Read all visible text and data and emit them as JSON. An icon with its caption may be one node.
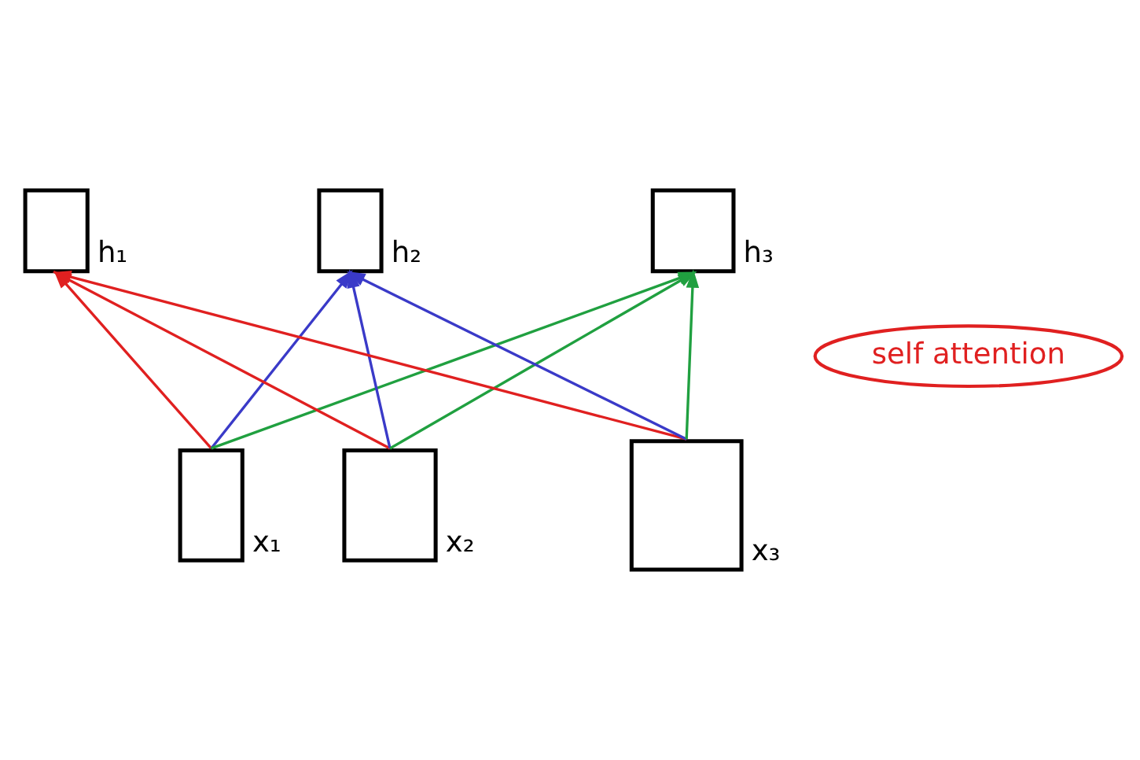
{
  "diagram": {
    "nodes": [
      {
        "text": [],
        "shape": "box",
        "beside": [
          "h₁"
        ]
      },
      {
        "text": [],
        "shape": "box",
        "beside": [
          "h₂"
        ]
      },
      {
        "text": [],
        "shape": "box",
        "beside": [
          "h₃"
        ]
      },
      {
        "text": [
          "self attention"
        ]
      },
      {
        "text": [],
        "shape": "box",
        "beside": [
          "x₁"
        ]
      },
      {
        "text": [],
        "shape": "box",
        "beside": [
          "x₂"
        ]
      },
      {
        "text": [],
        "shape": "box",
        "beside": [
          "x₃"
        ]
      }
    ],
    "edges": [
      {
        "from": 4,
        "to": 0,
        "arrow": "to",
        "color": "#e02020"
      },
      {
        "from": 5,
        "to": 0,
        "arrow": "to",
        "color": "#e02020"
      },
      {
        "from": 6,
        "to": 0,
        "arrow": "to",
        "color": "#e02020"
      },
      {
        "from": 4,
        "to": 1,
        "arrow": "to",
        "color": "#3a3ac8"
      },
      {
        "from": 5,
        "to": 1,
        "arrow": "to",
        "color": "#3a3ac8"
      },
      {
        "from": 6,
        "to": 1,
        "arrow": "to",
        "color": "#3a3ac8"
      },
      {
        "from": 4,
        "to": 2,
        "arrow": "to",
        "color": "#20a040"
      },
      {
        "from": 5,
        "to": 2,
        "arrow": "to",
        "color": "#20a040"
      },
      {
        "from": 6,
        "to": 2,
        "arrow": "to",
        "color": "#20a040"
      }
    ]
  }
}
